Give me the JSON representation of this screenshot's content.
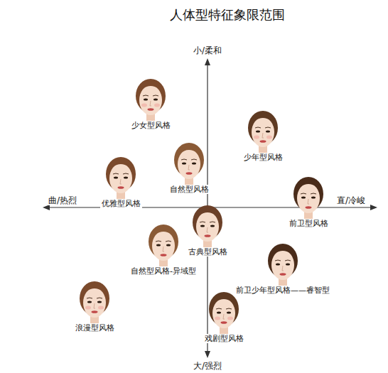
{
  "diagram": {
    "title": "人体型特征象限范围",
    "nodes": [
      {
        "text": [
          "少女型风格"
        ]
      },
      {
        "text": [
          "少年型风格"
        ]
      },
      {
        "text": [
          "自然型风格"
        ]
      },
      {
        "text": [
          "优雅型风格"
        ]
      },
      {
        "text": [
          "前卫型风格"
        ]
      },
      {
        "text": [
          "古典型风格"
        ]
      },
      {
        "text": [
          "自然型风格-异域型"
        ]
      },
      {
        "text": [
          "前卫少年型风格——睿智型"
        ]
      },
      {
        "text": [
          "浪漫型风格"
        ]
      },
      {
        "text": [
          "戏剧型风格"
        ]
      }
    ],
    "labels": [
      "小/柔和",
      "曲/热烈",
      "直/冷峻",
      "大/强烈"
    ]
  }
}
